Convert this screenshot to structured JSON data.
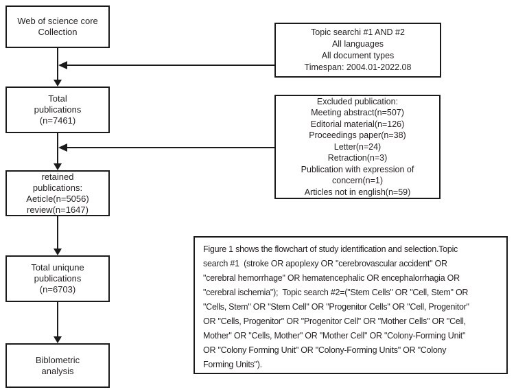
{
  "colors": {
    "line": "#1a1a1a",
    "text": "#231f20",
    "background": "#ffffff"
  },
  "boxes": {
    "source": {
      "text": "Web of science core\nCollection"
    },
    "total": {
      "text": "Total\npublications\n(n=7461)"
    },
    "retained": {
      "text": "retained\npublications:\nAeticle(n=5056)\nreview(n=1647)"
    },
    "unique": {
      "text": "Total uniqune\npublications\n(n=6703)"
    },
    "analysis": {
      "text": "Biblometric\nanalysis"
    }
  },
  "notes": {
    "search": {
      "text": "Topic searchi #1 AND #2\nAll languages\nAll document types\nTimespan: 2004.01-2022.08"
    },
    "excluded": {
      "text": "Excluded publication:\nMeeting abstract(n=507)\nEditorial material(n=126)\nProceedings paper(n=38)\nLetter(n=24)\nRetraction(n=3)\nPublication with expression of\nconcern(n=1)\nArticles not in english(n=59)"
    }
  },
  "caption": {
    "text": "Figure 1 shows the flowchart of study identification and selection.Topic\nsearch #1  (stroke OR apoplexy OR \"cerebrovascular accident\" OR\n\"cerebral hemorrhage\" OR hematencephalic OR encephalorrhagia OR\n\"cerebral ischemia\");  Topic search #2=(\"Stem Cells\" OR \"Cell, Stem\" OR\n\"Cells, Stem\" OR \"Stem Cell\" OR \"Progenitor Cells\" OR \"Cell, Progenitor\"\nOR \"Cells, Progenitor\" OR \"Progenitor Cell\" OR \"Mother Cells\" OR \"Cell,\nMother\" OR \"Cells, Mother\" OR \"Mother Cell\" OR \"Colony-Forming Unit\"\nOR \"Colony Forming Unit\" OR \"Colony-Forming Units\" OR \"Colony\nForming Units\")."
  }
}
